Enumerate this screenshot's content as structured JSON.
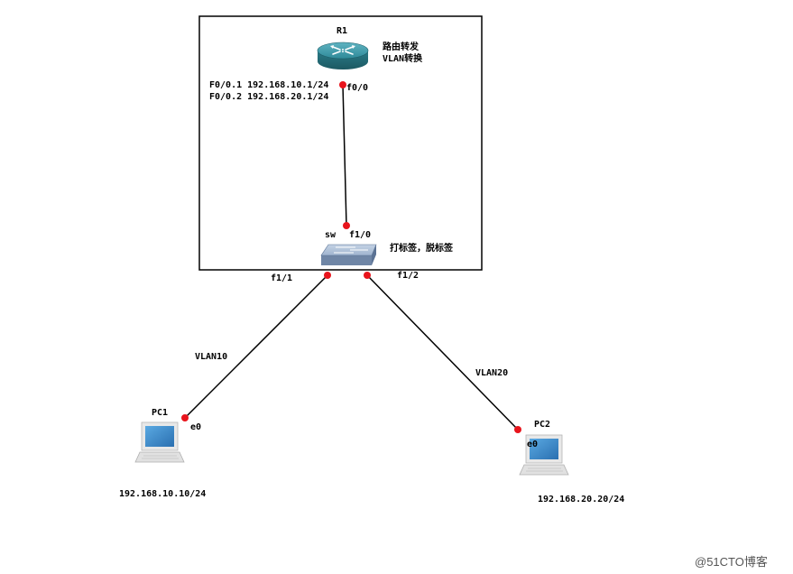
{
  "router": {
    "name": "R1",
    "role_line1": "路由转发",
    "role_line2": "VLAN转换",
    "port": "f0/0",
    "subif1": "F0/0.1 192.168.10.1/24",
    "subif2": "F0/0.2 192.168.20.1/24"
  },
  "switch": {
    "name": "sw",
    "uplink_port": "f1/0",
    "note": "打标签，脱标签",
    "port_left": "f1/1",
    "port_right": "f1/2"
  },
  "links": {
    "vlan_left": "VLAN10",
    "vlan_right": "VLAN20"
  },
  "pc1": {
    "name": "PC1",
    "port": "e0",
    "ip": "192.168.10.10/24"
  },
  "pc2": {
    "name": "PC2",
    "port": "e0",
    "ip": "192.168.20.20/24"
  },
  "watermark": "@51CTO博客",
  "colors": {
    "link": "#000000",
    "port_dot": "#e8141c",
    "router_body": "#2b7e8c",
    "switch_body": "#8fa4bf",
    "pc_screen": "#3b8fd0"
  }
}
